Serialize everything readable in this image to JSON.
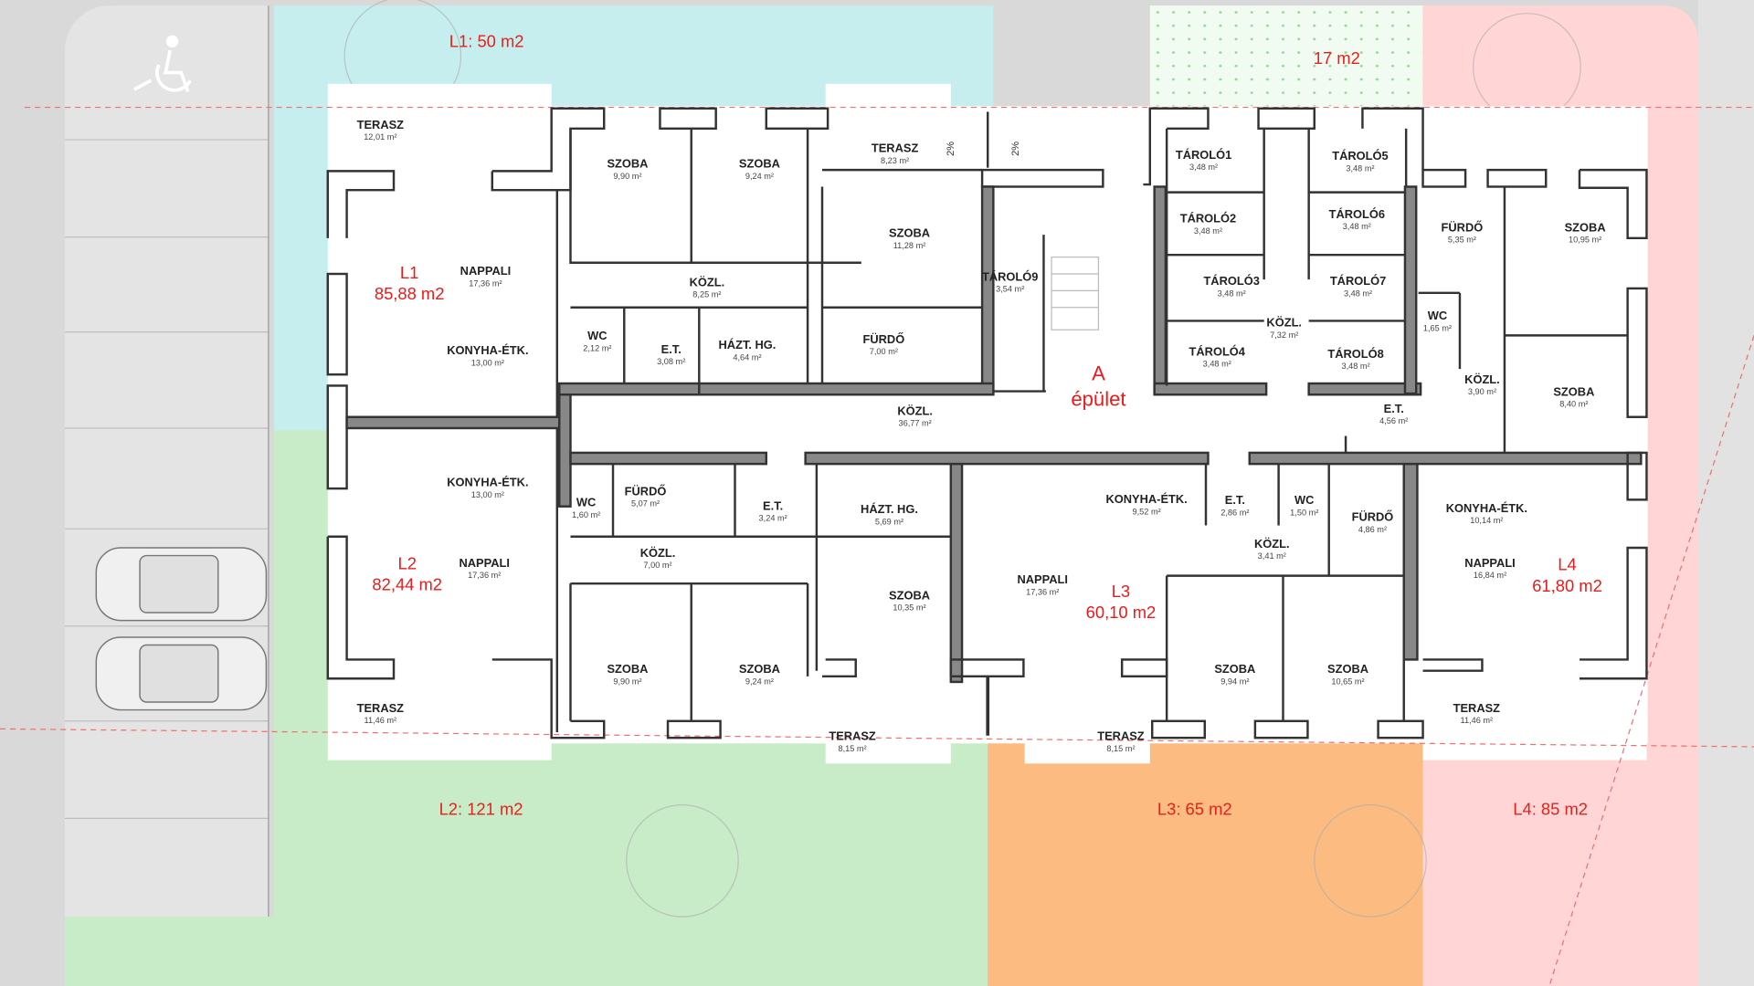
{
  "building": {
    "label_line1": "A",
    "label_line2": "épület"
  },
  "zones": [
    {
      "id": "L1",
      "label": "L1: 50 m2",
      "color": "#c6eeee"
    },
    {
      "id": "common",
      "label": "17 m2",
      "color": "#f2fbf2"
    },
    {
      "id": "L2",
      "label": "L2: 121 m2",
      "color": "#c7ecc7"
    },
    {
      "id": "L3",
      "label": "L3: 65 m2",
      "color": "#fcbb80"
    },
    {
      "id": "L4",
      "label": "L4: 85 m2",
      "color": "#ffd5d5"
    }
  ],
  "units": [
    {
      "id": "L1",
      "name": "L1",
      "area": "85,88 m2"
    },
    {
      "id": "L2",
      "name": "L2",
      "area": "82,44 m2"
    },
    {
      "id": "L3",
      "name": "L3",
      "area": "60,10 m2"
    },
    {
      "id": "L4",
      "name": "L4",
      "area": "61,80 m2"
    }
  ],
  "slopes": [
    "2%",
    "2%"
  ],
  "rooms": [
    {
      "name": "TERASZ",
      "area": "12,01 m²"
    },
    {
      "name": "SZOBA",
      "area": "9,90 m²"
    },
    {
      "name": "SZOBA",
      "area": "9,24 m²"
    },
    {
      "name": "TERASZ",
      "area": "8,23 m²"
    },
    {
      "name": "SZOBA",
      "area": "11,28 m²"
    },
    {
      "name": "NAPPALI",
      "area": "17,36 m²"
    },
    {
      "name": "KÖZL.",
      "area": "8,25 m²"
    },
    {
      "name": "WC",
      "area": "2,12 m²"
    },
    {
      "name": "E.T.",
      "area": "3,08 m²"
    },
    {
      "name": "HÁZT. HG.",
      "area": "4,64 m²"
    },
    {
      "name": "FÜRDŐ",
      "area": "7,00 m²"
    },
    {
      "name": "KONYHA-ÉTK.",
      "area": "13,00 m²"
    },
    {
      "name": "TÁROLÓ9",
      "area": "3,54 m²"
    },
    {
      "name": "TÁROLÓ1",
      "area": "3,48 m²"
    },
    {
      "name": "TÁROLÓ2",
      "area": "3,48 m²"
    },
    {
      "name": "TÁROLÓ3",
      "area": "3,48 m²"
    },
    {
      "name": "TÁROLÓ4",
      "area": "3,48 m²"
    },
    {
      "name": "TÁROLÓ5",
      "area": "3,48 m²"
    },
    {
      "name": "TÁROLÓ6",
      "area": "3,48 m²"
    },
    {
      "name": "TÁROLÓ7",
      "area": "3,48 m²"
    },
    {
      "name": "TÁROLÓ8",
      "area": "3,48 m²"
    },
    {
      "name": "KÖZL.",
      "area": "7,32 m²"
    },
    {
      "name": "FÜRDŐ",
      "area": "5,35 m²"
    },
    {
      "name": "SZOBA",
      "area": "10,95 m²"
    },
    {
      "name": "WC",
      "area": "1,65 m²"
    },
    {
      "name": "KÖZL.",
      "area": "3,90 m²"
    },
    {
      "name": "SZOBA",
      "area": "8,40 m²"
    },
    {
      "name": "E.T.",
      "area": "4,56 m²"
    },
    {
      "name": "KÖZL.",
      "area": "36,77 m²"
    },
    {
      "name": "KONYHA-ÉTK.",
      "area": "13,00 m²"
    },
    {
      "name": "WC",
      "area": "1,60 m²"
    },
    {
      "name": "FÜRDŐ",
      "area": "5,07 m²"
    },
    {
      "name": "E.T.",
      "area": "3,24 m²"
    },
    {
      "name": "HÁZT. HG.",
      "area": "5,69 m²"
    },
    {
      "name": "KONYHA-ÉTK.",
      "area": "9,52 m²"
    },
    {
      "name": "E.T.",
      "area": "2,86 m²"
    },
    {
      "name": "WC",
      "area": "1,50 m²"
    },
    {
      "name": "FÜRDŐ",
      "area": "4,86 m²"
    },
    {
      "name": "KONYHA-ÉTK.",
      "area": "10,14 m²"
    },
    {
      "name": "KÖZL.",
      "area": "7,00 m²"
    },
    {
      "name": "KÖZL.",
      "area": "3,41 m²"
    },
    {
      "name": "NAPPALI",
      "area": "17,36 m²"
    },
    {
      "name": "NAPPALI",
      "area": "17,36 m²"
    },
    {
      "name": "NAPPALI",
      "area": "16,84 m²"
    },
    {
      "name": "SZOBA",
      "area": "10,35 m²"
    },
    {
      "name": "SZOBA",
      "area": "9,90 m²"
    },
    {
      "name": "SZOBA",
      "area": "9,24 m²"
    },
    {
      "name": "SZOBA",
      "area": "9,94 m²"
    },
    {
      "name": "SZOBA",
      "area": "10,65 m²"
    },
    {
      "name": "TERASZ",
      "area": "11,46 m²"
    },
    {
      "name": "TERASZ",
      "area": "11,46 m²"
    },
    {
      "name": "TERASZ",
      "area": "8,15 m²"
    },
    {
      "name": "TERASZ",
      "area": "8,15 m²"
    }
  ]
}
